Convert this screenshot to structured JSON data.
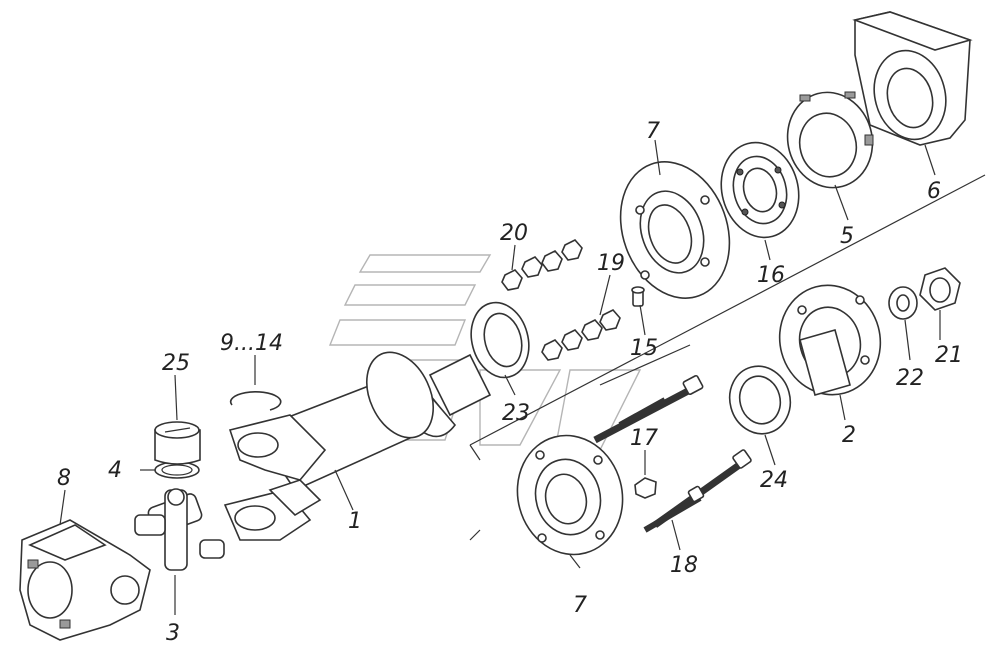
{
  "labels": {
    "p1": "1",
    "p2": "2",
    "p3": "3",
    "p4": "4",
    "p5": "5",
    "p6": "6",
    "p7a": "7",
    "p7b": "7",
    "p8": "8",
    "p9_14": "9...14",
    "p15": "15",
    "p16": "16",
    "p17": "17",
    "p18": "18",
    "p19": "19",
    "p20": "20",
    "p21": "21",
    "p22": "22",
    "p23": "23",
    "p24": "24",
    "p25": "25"
  }
}
